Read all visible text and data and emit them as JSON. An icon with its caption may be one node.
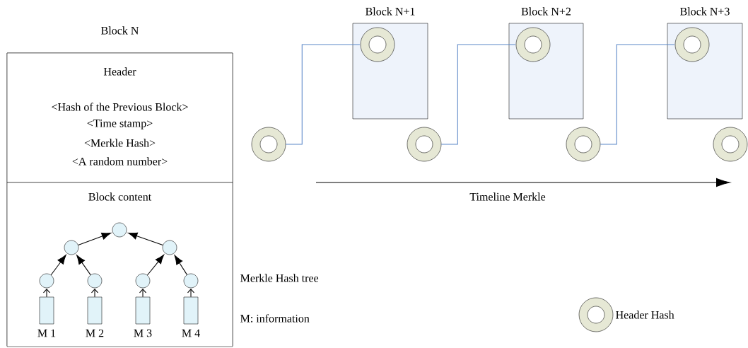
{
  "diagram": {
    "nodes": [
      {
        "text": [
          "Block N"
        ]
      },
      {
        "text": [
          "Header",
          "<Hash of the Previous Block>",
          "<Time stamp>",
          "<Merkle Hash>",
          "<A random number>"
        ],
        "in": 0
      },
      {
        "text": [
          "Block content"
        ],
        "in": 0
      },
      {
        "text": [],
        "shape": "circle",
        "in": 2
      },
      {
        "text": [],
        "shape": "circle",
        "in": 2
      },
      {
        "text": [],
        "shape": "circle",
        "in": 2
      },
      {
        "text": [],
        "shape": "circle",
        "in": 2
      },
      {
        "text": [],
        "shape": "circle",
        "in": 2
      },
      {
        "text": [],
        "shape": "circle",
        "in": 2
      },
      {
        "text": [],
        "shape": "circle",
        "in": 2
      },
      {
        "text": [],
        "shape": "bar",
        "in": 2,
        "beside": [
          "M 1"
        ]
      },
      {
        "text": [],
        "shape": "bar",
        "in": 2,
        "beside": [
          "M 2"
        ]
      },
      {
        "text": [],
        "shape": "bar",
        "in": 2,
        "beside": [
          "M 3"
        ]
      },
      {
        "text": [],
        "shape": "bar",
        "in": 2,
        "beside": [
          "M 4"
        ]
      },
      {
        "text": [
          "Block N+1"
        ]
      },
      {
        "text": [
          "Block N+2"
        ]
      },
      {
        "text": [
          "Block N+3"
        ]
      },
      {
        "text": [],
        "shape": "ring",
        "in": 14
      },
      {
        "text": [],
        "shape": "ring",
        "in": 15
      },
      {
        "text": [],
        "shape": "ring",
        "in": 16
      },
      {
        "text": [],
        "shape": "ring"
      },
      {
        "text": [],
        "shape": "ring"
      },
      {
        "text": [],
        "shape": "ring"
      },
      {
        "text": [],
        "shape": "ring"
      }
    ],
    "edges": [
      {
        "from": 4,
        "to": 3,
        "arrow": "to"
      },
      {
        "from": 5,
        "to": 3,
        "arrow": "to"
      },
      {
        "from": 6,
        "to": 4,
        "arrow": "to"
      },
      {
        "from": 7,
        "to": 4,
        "arrow": "to"
      },
      {
        "from": 8,
        "to": 5,
        "arrow": "to"
      },
      {
        "from": 9,
        "to": 5,
        "arrow": "to"
      },
      {
        "from": 10,
        "to": 6,
        "arrow": "to"
      },
      {
        "from": 11,
        "to": 7,
        "arrow": "to"
      },
      {
        "from": 12,
        "to": 8,
        "arrow": "to"
      },
      {
        "from": 13,
        "to": 9,
        "arrow": "to"
      },
      {
        "from": 20,
        "to": 17,
        "arrow": "none",
        "color": "#5b87c8"
      },
      {
        "from": 21,
        "to": 18,
        "arrow": "none",
        "color": "#5b87c8"
      },
      {
        "from": 22,
        "to": 19,
        "arrow": "none",
        "color": "#5b87c8"
      }
    ],
    "labels": [
      "Timeline Merkle",
      "Merkle Hash tree",
      "M: information"
    ],
    "legend": [
      {
        "text": "Header Hash"
      }
    ]
  }
}
